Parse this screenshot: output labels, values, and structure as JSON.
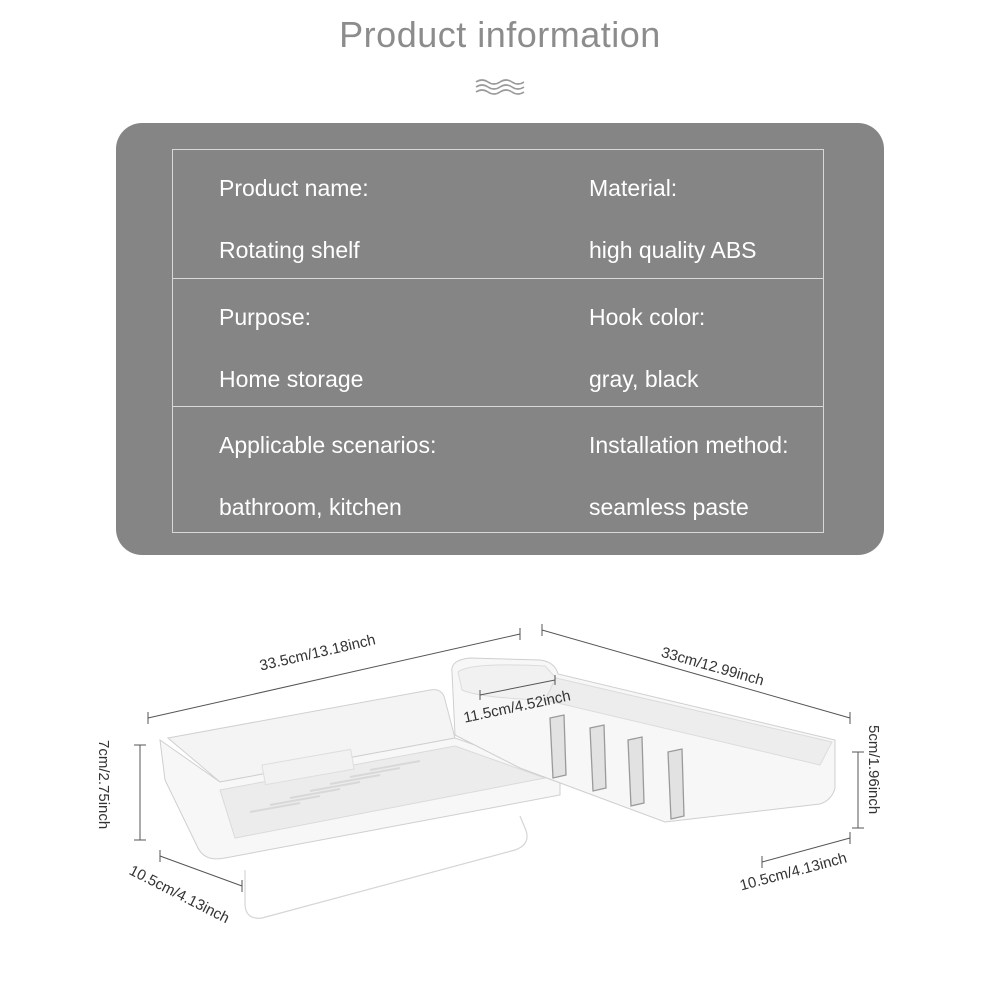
{
  "header": {
    "title": "Product information"
  },
  "info_table": {
    "rows": [
      {
        "left_label": "Product name:",
        "left_value": "Rotating shelf",
        "right_label": "Material:",
        "right_value": "high quality ABS"
      },
      {
        "left_label": "Purpose:",
        "left_value": "Home storage",
        "right_label": "Hook color:",
        "right_value": "gray, black"
      },
      {
        "left_label": "Applicable scenarios:",
        "left_value": "bathroom, kitchen",
        "right_label": "Installation method:",
        "right_value": "seamless paste"
      }
    ]
  },
  "dimensions": {
    "left_length": "33.5cm/13.18inch",
    "left_height": "7cm/2.75inch",
    "left_depth": "10.5cm/4.13inch",
    "right_length": "33cm/12.99inch",
    "right_inner": "11.5cm/4.52inch",
    "right_height": "5cm/1.96inch",
    "right_depth": "10.5cm/4.13inch"
  },
  "colors": {
    "title": "#8c8c8c",
    "panel": "#858585",
    "panel_text": "#ffffff",
    "panel_lines": "#d8d8d8"
  }
}
